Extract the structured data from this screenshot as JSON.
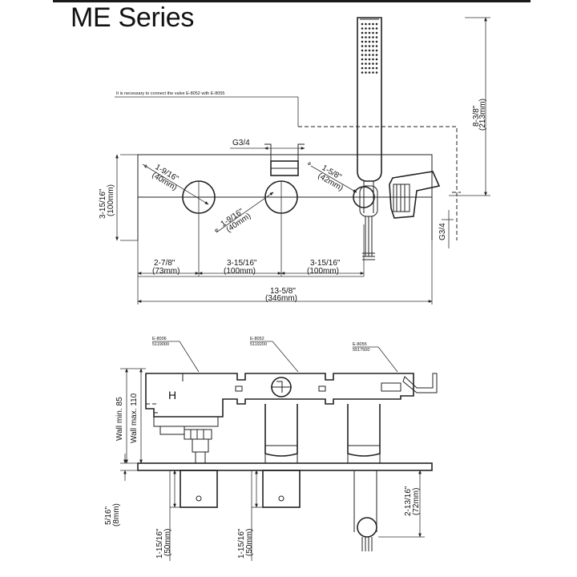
{
  "page": {
    "title": "ME Series"
  },
  "notes": {
    "connect_note": "It is necessary to connect the valve E-8052 with E-8055"
  },
  "top_view": {
    "thread_top": "G3/4",
    "thread_side": "G3/4",
    "dia_left": {
      "imp": "1-9/16\"",
      "met": "(40mm)"
    },
    "dia_mid": {
      "imp": "1-9/16\"",
      "met": "(40mm)"
    },
    "dia_right": {
      "imp": "1-5/8\"",
      "met": "(42mm)"
    },
    "height_plate": {
      "imp": "3-15/16\"",
      "met": "(100mm)"
    },
    "height_shower": {
      "imp": "8-3/8\"",
      "met": "(213mm)"
    },
    "span1": {
      "imp": "2-7/8\"",
      "met": "(73mm)"
    },
    "span2": {
      "imp": "3-15/16\"",
      "met": "(100mm)"
    },
    "span3": {
      "imp": "3-15/16\"",
      "met": "(100mm)"
    },
    "total": {
      "imp": "13-5/8\"",
      "met": "(346mm)"
    }
  },
  "side_view": {
    "part1": {
      "code": "E-8006",
      "sub": "5119000"
    },
    "part2": {
      "code": "E-8052",
      "sub": "5119200"
    },
    "part3": {
      "code": "E-8055",
      "sub": "5517500"
    },
    "h_mark": "H",
    "wall_min": "Wall min. 85",
    "wall_max": "Wall max. 110",
    "plate_thk": {
      "imp": "5/16\"",
      "met": "(8mm)"
    },
    "knob1": {
      "imp": "1-15/16\"",
      "met": "(50mm)"
    },
    "knob2": {
      "imp": "1-15/16\"",
      "met": "(50mm)"
    },
    "spout": {
      "imp": "2-13/16\"",
      "met": "(72mm)"
    }
  }
}
